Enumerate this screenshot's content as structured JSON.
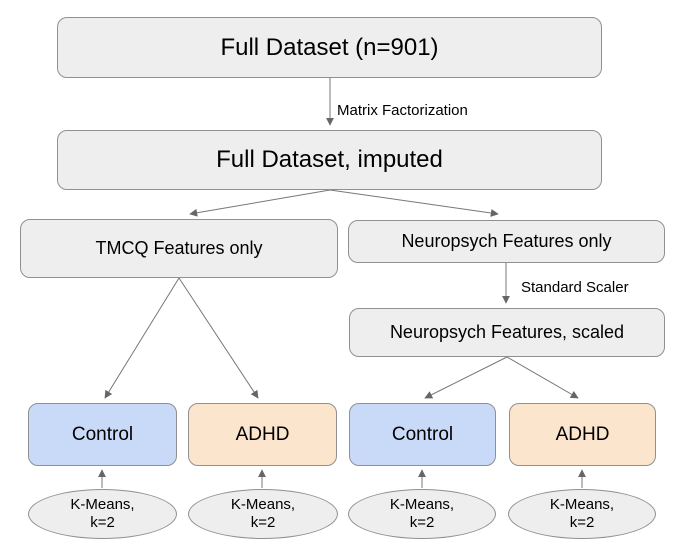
{
  "diagram": {
    "nodes": {
      "full_dataset": "Full Dataset (n=901)",
      "full_dataset_imputed": "Full Dataset, imputed",
      "tmcq_features": "TMCQ Features only",
      "neuropsych_features": "Neuropsych Features only",
      "neuropsych_scaled": "Neuropsych Features, scaled",
      "tmcq_control": "Control",
      "tmcq_adhd": "ADHD",
      "neuropsych_control": "Control",
      "neuropsych_adhd": "ADHD"
    },
    "kmeans_nodes": [
      {
        "line1": "K-Means,",
        "line2": "k=2"
      },
      {
        "line1": "K-Means,",
        "line2": "k=2"
      },
      {
        "line1": "K-Means,",
        "line2": "k=2"
      },
      {
        "line1": "K-Means,",
        "line2": "k=2"
      }
    ],
    "edge_labels": {
      "matrix_factorization": "Matrix Factorization",
      "standard_scaler": "Standard Scaler"
    },
    "colors": {
      "node_fill": "#eeeeee",
      "node_stroke": "#909090",
      "control_fill": "#c9daf8",
      "adhd_fill": "#fce5cd",
      "arrow": "#777777",
      "text": "#000000",
      "background": "#ffffff"
    }
  }
}
